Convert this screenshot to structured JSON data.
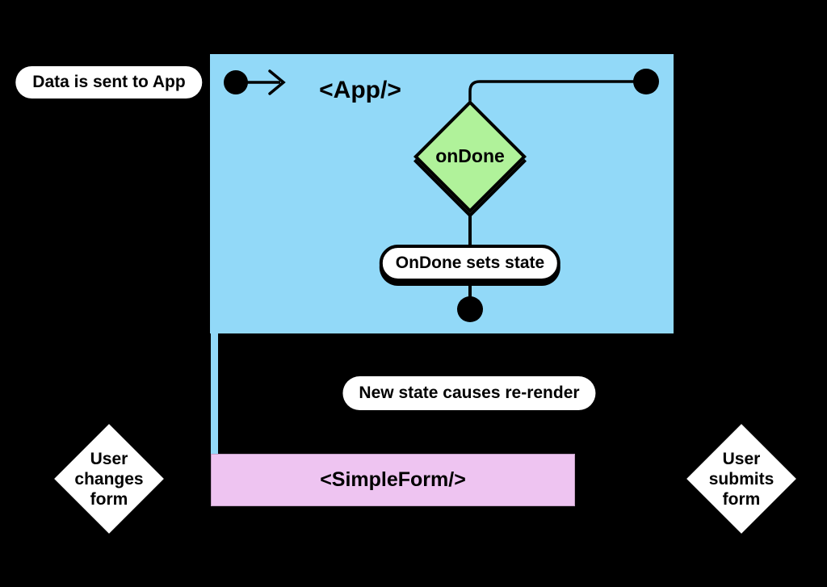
{
  "diagram": {
    "annotations": {
      "data_sent": "Data is sent to App",
      "rerender": "New state causes re-render"
    },
    "app": {
      "label": "<App/>",
      "decision_label": "onDone",
      "action_label": "OnDone sets state"
    },
    "form": {
      "label": "<SimpleForm/>"
    },
    "events": {
      "user_changes": {
        "line1": "User",
        "line2": "changes",
        "line3": "form"
      },
      "user_submits": {
        "line1": "User",
        "line2": "submits",
        "line3": "form"
      }
    }
  },
  "colors": {
    "background": "#000000",
    "app_fill": "#92d9f8",
    "decision_fill": "#b0f29a",
    "form_fill": "#eec4f1",
    "node_fill": "#ffffff",
    "line": "#000000",
    "text": "#000000"
  }
}
